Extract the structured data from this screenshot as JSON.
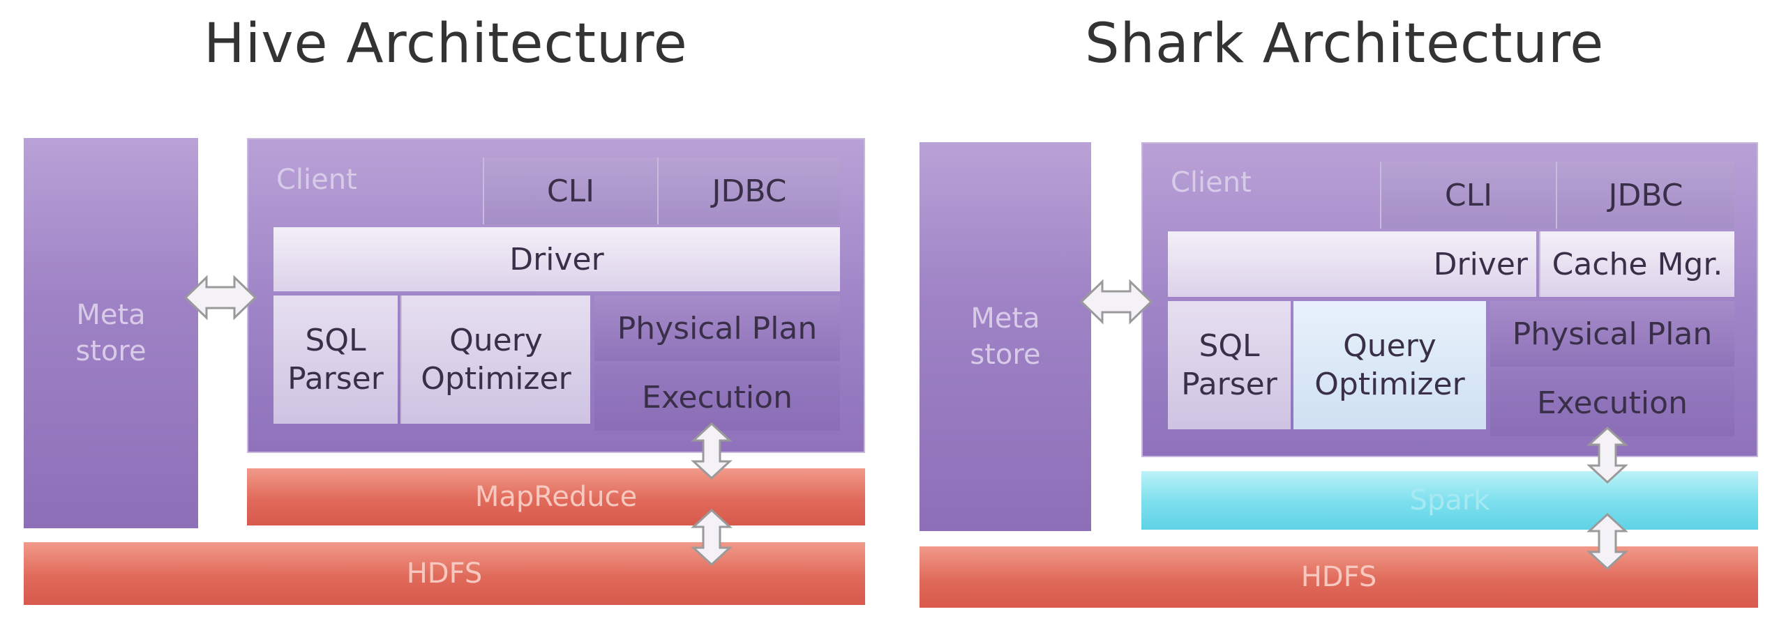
{
  "hive": {
    "title": "Hive Architecture",
    "metastore": "Meta\nstore",
    "client": "Client",
    "cli": "CLI",
    "jdbc": "JDBC",
    "driver": "Driver",
    "sql_parser": "SQL\nParser",
    "query_optimizer": "Query\nOptimizer",
    "physical_plan": "Physical Plan",
    "execution": "Execution",
    "engine": "MapReduce",
    "storage": "HDFS"
  },
  "shark": {
    "title": "Shark Architecture",
    "metastore": "Meta\nstore",
    "client": "Client",
    "cli": "CLI",
    "jdbc": "JDBC",
    "driver": "Driver",
    "cache_mgr": "Cache Mgr.",
    "sql_parser": "SQL\nParser",
    "query_optimizer": "Query\nOptimizer",
    "physical_plan": "Physical Plan",
    "execution": "Execution",
    "engine": "Spark",
    "storage": "HDFS"
  },
  "colors": {
    "purple": "#9f83c6",
    "light_lavender": "#e6dff0",
    "red": "#e06a5a",
    "cyan": "#7fe0ee",
    "optimizer_blue": "#d9e7f6"
  }
}
